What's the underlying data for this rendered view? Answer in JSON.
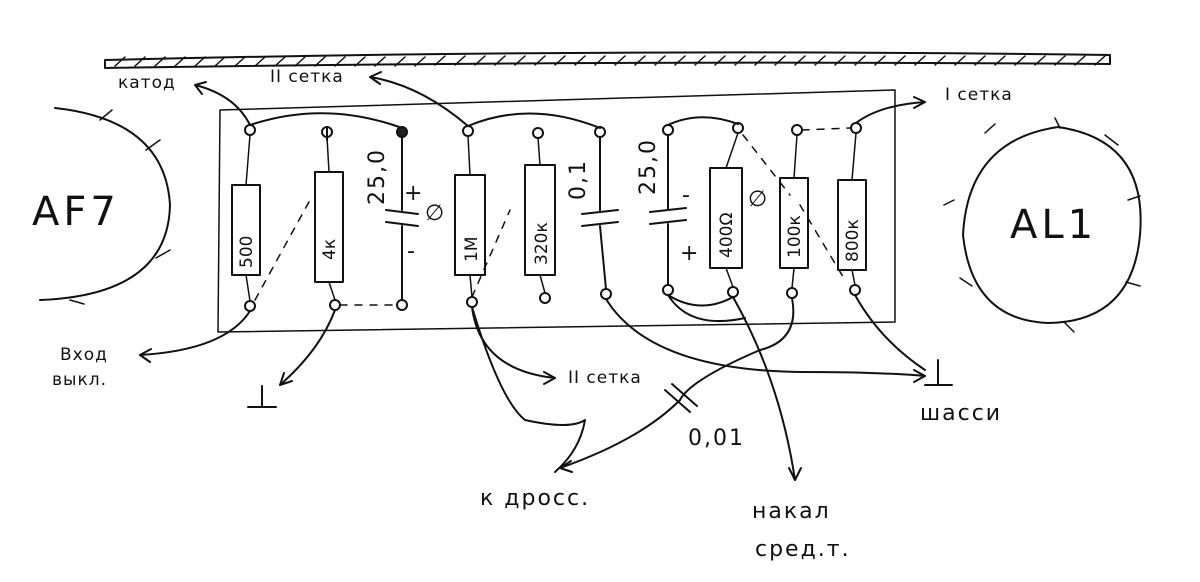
{
  "tubes": {
    "left": "AF7",
    "right": "AL1"
  },
  "labels": {
    "katod": "катод",
    "setka2_top": "II сетка",
    "setka1": "I сетка",
    "vhod_line1": "Вход",
    "vhod_line2": "выкл.",
    "setka2_bottom": "II сетка",
    "k_dross": "к дросс.",
    "shassi": "шасси",
    "nakal_line1": "накал",
    "nakal_line2": "сред.т."
  },
  "components": {
    "r1": "500",
    "r2": "4к",
    "c1": "25,0",
    "c1_plus": "+",
    "c1_minus": "-",
    "zero1": "∅",
    "r3": "1М",
    "r4": "320к",
    "c2": "0,1",
    "c3": "25,0",
    "c3_plus": "+",
    "c3_minus": "-",
    "r5": "400Ω",
    "zero2": "∅",
    "r6": "100к",
    "r7": "800к",
    "c4": "0,01"
  },
  "colors": {
    "ink": "#111111",
    "paper": "#ffffff"
  }
}
